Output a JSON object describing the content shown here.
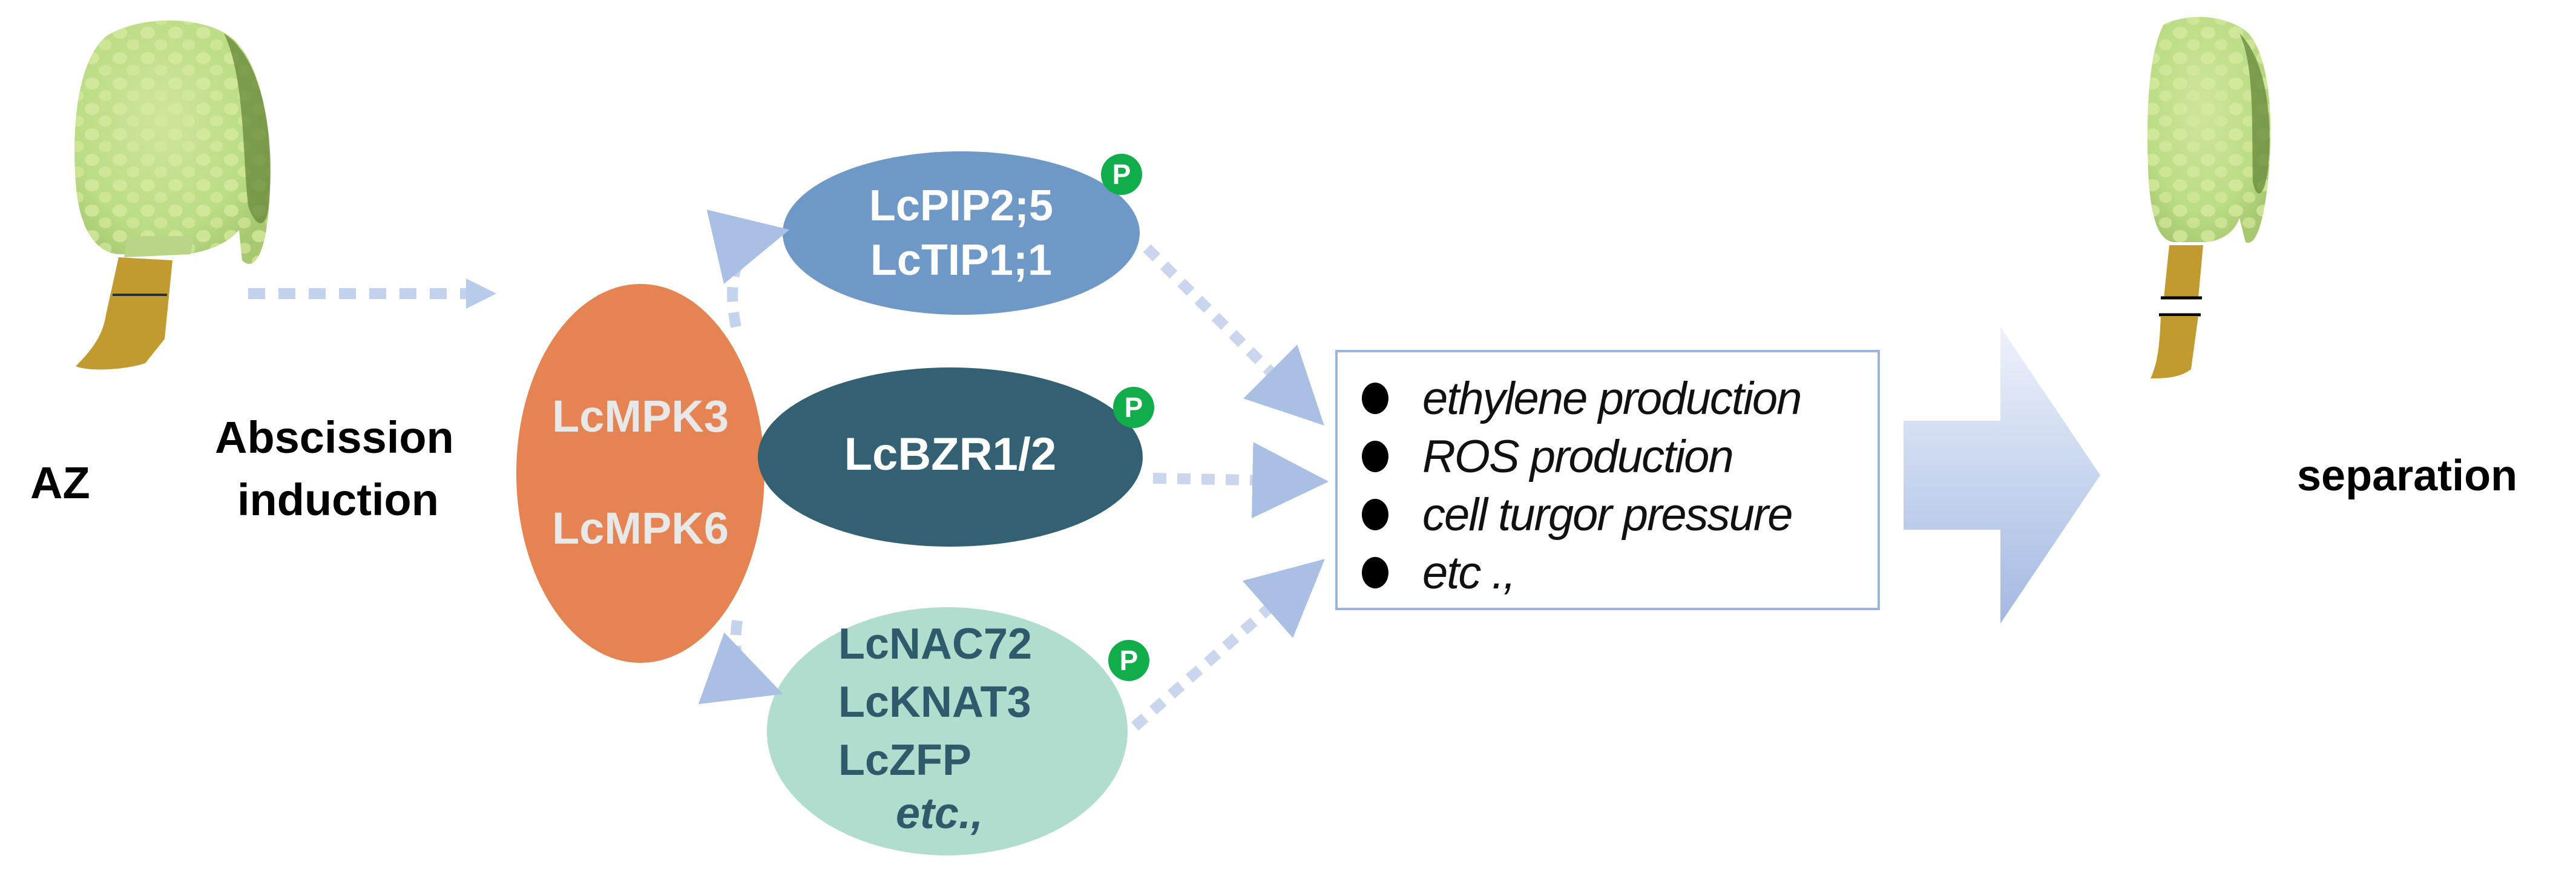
{
  "diagram": {
    "left_plant": {
      "label": "AZ",
      "description": "fruit with abscission zone marked"
    },
    "induction_label": [
      "Abscission",
      "induction"
    ],
    "kinase_node": {
      "lines": [
        "LcMPK3",
        "LcMPK6"
      ],
      "color": "#e68352",
      "text_color": "#e8e8e8"
    },
    "targets": [
      {
        "id": "aquaporins",
        "lines": [
          "LcPIP2;5",
          "LcTIP1;1"
        ],
        "color": "#6e98c6",
        "text_color": "#ffffff",
        "badge": "P"
      },
      {
        "id": "bzr",
        "lines": [
          "LcBZR1/2"
        ],
        "color": "#336173",
        "text_color": "#ffffff",
        "badge": "P"
      },
      {
        "id": "tfs",
        "lines": [
          "LcNAC72",
          "LcKNAT3",
          "LcZFP"
        ],
        "italic_line": "etc.,",
        "color": "#b0ddcd",
        "text_color": "#2f5a6c",
        "badge": "P"
      }
    ],
    "outcomes": {
      "items": [
        "ethylene production",
        "ROS production",
        "cell turgor pressure",
        "etc .,"
      ],
      "border_color": "#9cb3de"
    },
    "right_plant": {
      "label": "separation"
    },
    "arrow_color": "#a9bfe3",
    "badge_color": "#12ad4b"
  }
}
